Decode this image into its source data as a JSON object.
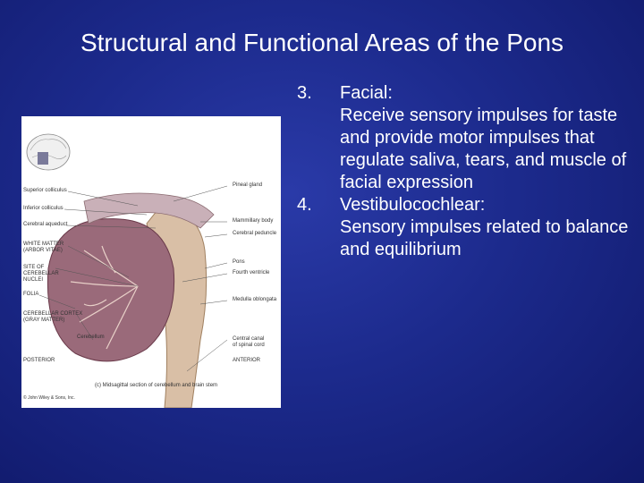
{
  "slide": {
    "title": "Structural and Functional Areas of the Pons"
  },
  "content": {
    "items": [
      {
        "number": "3.",
        "heading": "Facial:",
        "description": "Receive sensory impulses for taste and provide motor impulses that regulate saliva, tears, and muscle of facial expression"
      },
      {
        "number": "4.",
        "heading": "Vestibulocochlear:",
        "description": "Sensory impulses related to balance and equilibrium"
      }
    ]
  },
  "figure": {
    "labels_left": [
      "Superior colliculus",
      "Inferior colliculus",
      "Cerebral aqueduct",
      "WHITE MATTER\n(ARBOR VITAE)",
      "SITE OF\nCEREBELLAR\nNUCLEI",
      "FOLIA",
      "CEREBELLAR CORTEX\n(GRAY MATTER)",
      "Cerebellum",
      "POSTERIOR"
    ],
    "labels_right": [
      "Pineal gland",
      "Mammillary body",
      "Cerebral peduncle",
      "Pons",
      "Fourth ventricle",
      "Medulla oblongata",
      "Central canal\nof spinal cord",
      "ANTERIOR"
    ],
    "caption": "(c) Midsagittal section of cerebellum and brain stem",
    "copyright": "© John Wiley & Sons, Inc."
  }
}
